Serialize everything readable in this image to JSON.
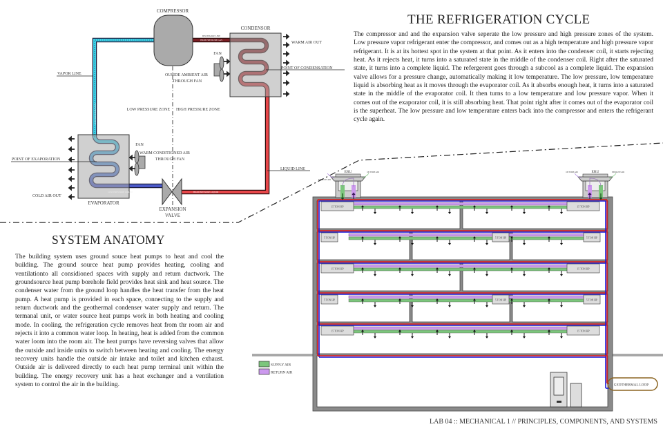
{
  "refrigeration": {
    "title": "THE REFRIGERATION CYCLE",
    "body": "The compressor and and the expansion valve seperate the low pressure and high pressure zones of the system. Low pressure vapor refrigerant enter the compressor, and comes out as a high temperature and high pressure vapor refrigerant. It is at its hottest spot in the system at that point. As it enters into the condenser coil, it starts rejecting heat. As it rejects heat, it turns into a saturated state in the middle of the condenser coil. Right after the saturated state, it turns into a complete liquid. The refergerent goes through a subcool as a complete liquid. The expansion valve allows for a pressure change, automatically making it low temperature. The low pressure, low temperature liquid is absorbing heat as it moves through the evaporator coil. As it absorbs enough heat, it turns into a saturated state in the middle of the evaporator coil. It then turns to a low temperature and low pressure vapor. When it comes out of the exaporator coil, it is still absorbing heat. That point right after it comes out of the evaporator coil is the superheat. The low pressure and low temperature enters back into the compressor and enters the refrigerant cycle again."
  },
  "anatomy": {
    "title": "SYSTEM ANATOMY",
    "body": "The building system uses ground souce heat pumps to heat and cool the building. The ground source heat pump provides heating, cooling and ventilationto all considioned spaces with supply and return ductwork. The groundsource heat pump borehole field provides heat sink and heat source. The condenser water from the ground loop handles the heat transfer from the heat pump. A heat pump is provided in each space, connecting to the supply and return ductwork and the geothermal condenser water supply and return. The termanal unit, or water source heat pumps work in both heating and cooling mode. In cooling, the refrigeration cycle removes heat from thr room air and rejects it into a common water loop. In heating, heat is added from the common water loom into the room air. The heat pumps have reversing valves that allow the outside and inside units to switch between heating and cooling. The energy recovery units handle the outside air intake and toilet and kitchen exhaust. Outside air is delivered directly to each heat pump terminal unit within the building. The energy recovery unit has a heat exchanger and a ventilation system to control the air in the building."
  },
  "cycle_diagram": {
    "compressor": "COMPRESSOR",
    "condensor": "CONDENSOR",
    "evaporator": "EVAPORATOR",
    "expansion_valve": [
      "EXPANSION",
      "VALVE"
    ],
    "discharge_line": [
      "DISCHARGE LINE",
      "HIGH PRESSURE GAS"
    ],
    "low_pressure_gas": "LOW PRESSURE GAS",
    "low_pressure_liquid": "LOW PRESSURE LIQUID",
    "high_pressure_liquid": "HIGH PRESSURE LIQUID",
    "warm_air_out": "WARM AIR OUT",
    "point_of_condensation": "POINT OF CONDENSATION",
    "condenser_fan": "FAN",
    "outside_air": [
      "OUSIDE AMBIENT AIR",
      "THROUGH FAN"
    ],
    "vapor_line": "VAPOR LINE",
    "liquid_line": "LIQUID LINE",
    "low_zone": "LOW PRESSURE ZONE",
    "high_zone": "HIGH PRESSURE ZONE",
    "evaporator_fan": "FAN",
    "warm_air": [
      "WARM CONDITIONED AIR",
      "THROUGH FAN"
    ],
    "point_of_evaporation": "POINT OF EXAPORATION",
    "cold_air_out": "COLD AIR OUT",
    "colors": {
      "high_pressure_gas": "#7a1f24",
      "high_pressure_liquid": "#e8474a",
      "low_pressure_gas": "#3fd3ea",
      "low_pressure_liquid": "#4646c4",
      "equipment": "#aaaaaa"
    }
  },
  "building": {
    "eru_label": "ERU",
    "eru_left": {
      "exhaust": "EXHAUST AIR",
      "outside": "OUTSIDE AIR"
    },
    "eru_right": {
      "outside": "OUTSIDE AIR",
      "exhaust": "EXHAUST AIR"
    },
    "hp_rows": [
      [
        "15 TON HP",
        "15 TON HP"
      ],
      [
        "5 TON HP",
        "5 TON HP",
        "5 TON HP"
      ],
      [
        "15 TON HP",
        "15 TON HP"
      ],
      [
        "5 TON HP",
        "5 TON HP",
        "5 TON HP"
      ],
      [
        "15 TON HP",
        "15 TON HP"
      ]
    ],
    "geothermal_loop": "GEOTHERMAL LOOP",
    "legend": [
      {
        "label": "SUPPLY AIR",
        "color": "#7cc67c"
      },
      {
        "label": "RETURN AIR",
        "color": "#cc99ee"
      }
    ],
    "colors": {
      "supply_water": "#e01818",
      "return_water": "#1818d8",
      "structure": "#8a8a8a",
      "geothermal": "#8b6420"
    }
  },
  "footer": "LAB 04 :: MECHANICAL 1 // PRINCIPLES, COMPONENTS, AND SYSTEMS"
}
